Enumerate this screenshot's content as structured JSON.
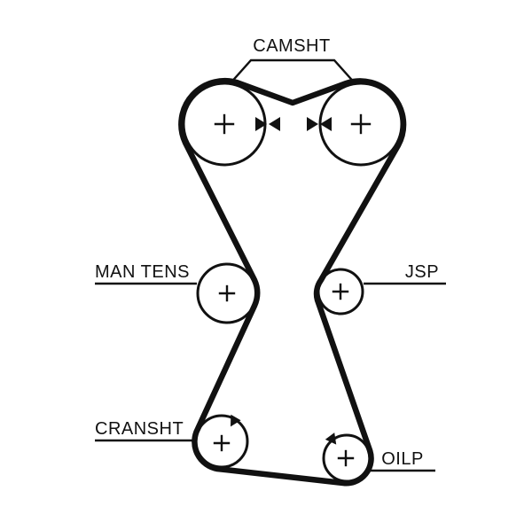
{
  "diagram": {
    "type": "timing-belt-routing",
    "labels": {
      "camshaft": "CAMSHT",
      "manual_tensioner": "MAN TENS",
      "jsp": "JSP",
      "crankshaft": "CRANSHT",
      "oil_pump": "OILP"
    },
    "symbols": {
      "pulley_center_mark": "+",
      "camshaft_timing_marks": "►◄ ►◄",
      "crankshaft_alignment_arrow": "solid-triangle",
      "oil_pump_alignment_arrow": "solid-triangle"
    },
    "colors": {
      "line": "#111111",
      "background": "#ffffff"
    }
  }
}
